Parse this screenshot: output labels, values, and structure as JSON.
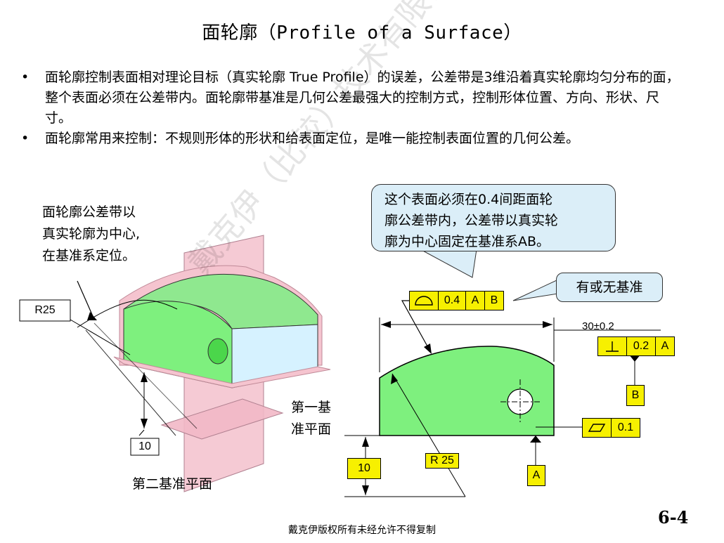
{
  "page": {
    "title": "面轮廓（Profile of a Surface）",
    "bullets": [
      "面轮廓控制表面相对理论目标（真实轮廓 True Profile）的误差，公差带是3维沿着真实轮廓均匀分布的面，整个表面必须在公差带内。面轮廓带基准是几何公差最强大的控制方式，控制形体位置、方向、形状、尺寸。",
      "面轮廓常用来控制：不规则形体的形状和给表面定位，是唯一能控制表面位置的几何公差。"
    ],
    "page_number": "6-4",
    "footer": "戴克伊版权所有未经允许不得复制",
    "watermark": "戴克伊（比较）技术有限公司"
  },
  "left_figure": {
    "zone_note_lines": [
      "面轮廓公差带以",
      "真实轮廓为中心,",
      "在基准系定位。"
    ],
    "datum1_label_lines": [
      "第一基",
      "准平面"
    ],
    "datum2_label": "第二基准平面",
    "radius_box": "R25",
    "height_box": "10"
  },
  "right_figure": {
    "callout_lines": [
      "这个表面必须在0.4间距面轮",
      "廓公差带内，公差带以真实轮",
      "廓为中心固定在基准系AB。"
    ],
    "datum_note": "有或无基准",
    "profile_fcf": {
      "symbol": "surface-profile-icon",
      "tolerance": "0.4",
      "datum1": "A",
      "datum2": "B"
    },
    "perp_fcf": {
      "symbol": "perpendicularity-icon",
      "tolerance": "0.2",
      "datum1": "A"
    },
    "flat_fcf": {
      "symbol": "flatness-icon",
      "tolerance": "0.1"
    },
    "width_dim": "30±0.2",
    "height_dim": "10",
    "radius_dim": "R 25",
    "datum_a": "A",
    "datum_b": "B"
  },
  "colors": {
    "part_green": "#7ef07e",
    "fcf_yellow": "#f7f000",
    "callout_blue": "#dbeef8",
    "datum_plane_pink": "#f2b8c6"
  }
}
